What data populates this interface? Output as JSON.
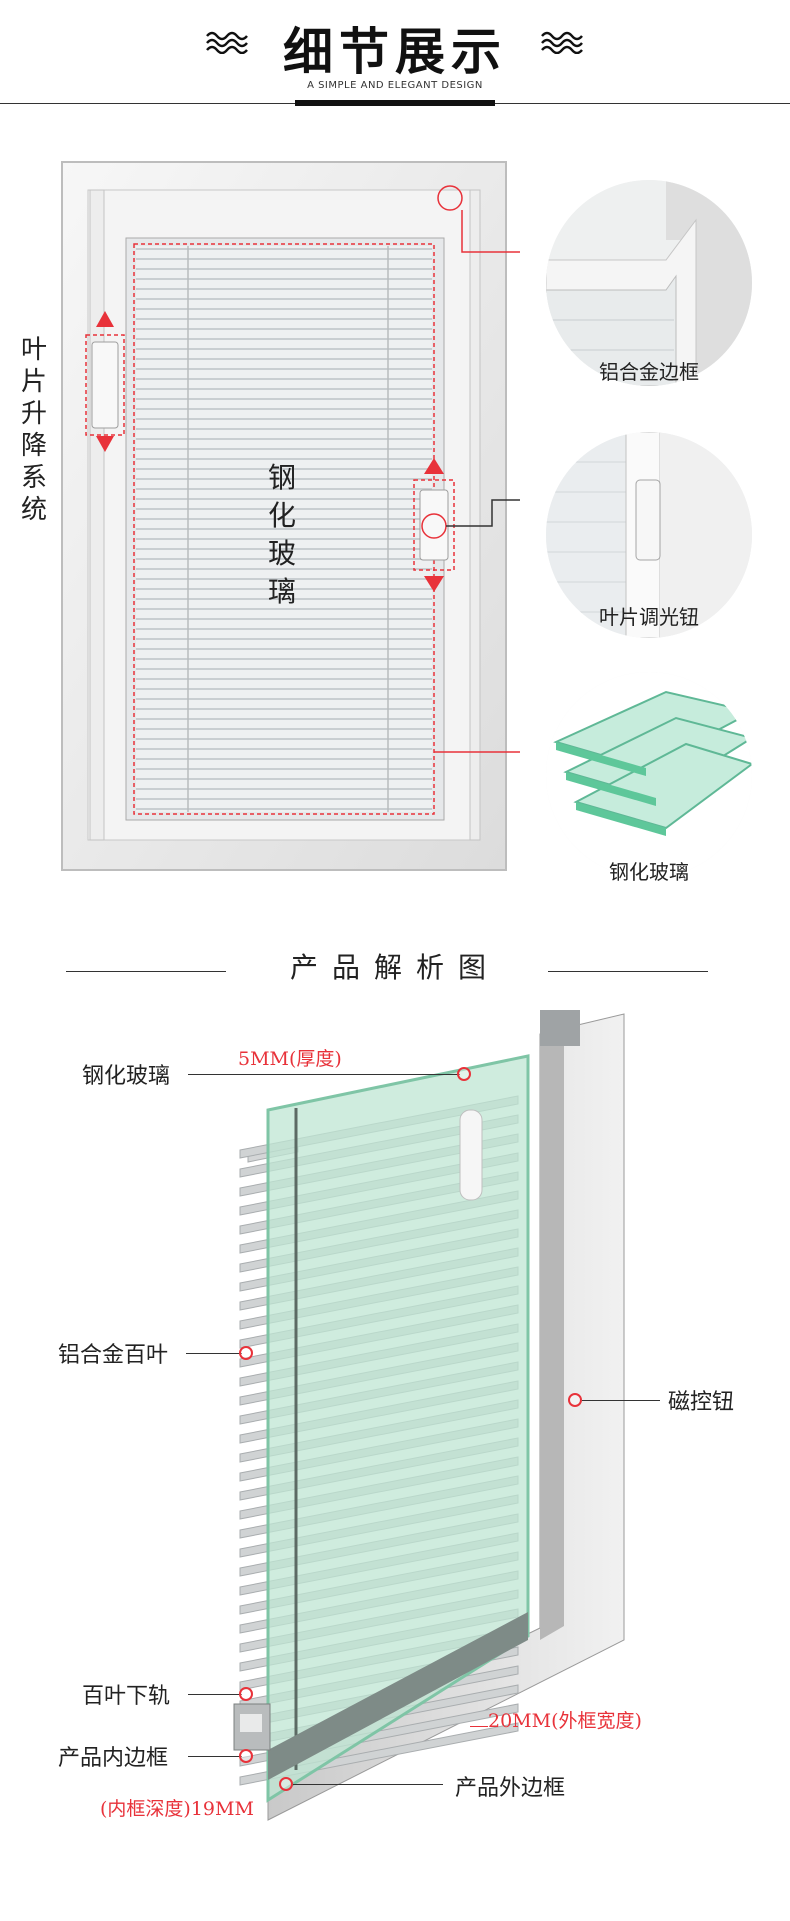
{
  "header": {
    "title": "细节展示",
    "subtitle": "A SIMPLE AND ELEGANT DESIGN"
  },
  "section1": {
    "lift_label": "叶片升降系统",
    "glass_chars": [
      "钢",
      "化",
      "玻",
      "璃"
    ],
    "details": [
      {
        "caption": "铝合金边框"
      },
      {
        "caption": "叶片调光钮"
      },
      {
        "caption": "钢化玻璃"
      }
    ]
  },
  "section2": {
    "title": "产品解析图",
    "labels": {
      "glass": "钢化玻璃",
      "glass_thickness": "5MM(厚度)",
      "blinds": "铝合金百叶",
      "magnet": "磁控钮",
      "bottom_rail": "百叶下轨",
      "inner_frame": "产品内边框",
      "outer_width": "20MM(外框宽度)",
      "outer_frame": "产品外边框",
      "inner_depth": "(内框深度)19MM"
    }
  },
  "colors": {
    "accent": "#e8323a",
    "frame": "#f4f4f4",
    "glass": "#b9e3cf",
    "text": "#222222"
  }
}
